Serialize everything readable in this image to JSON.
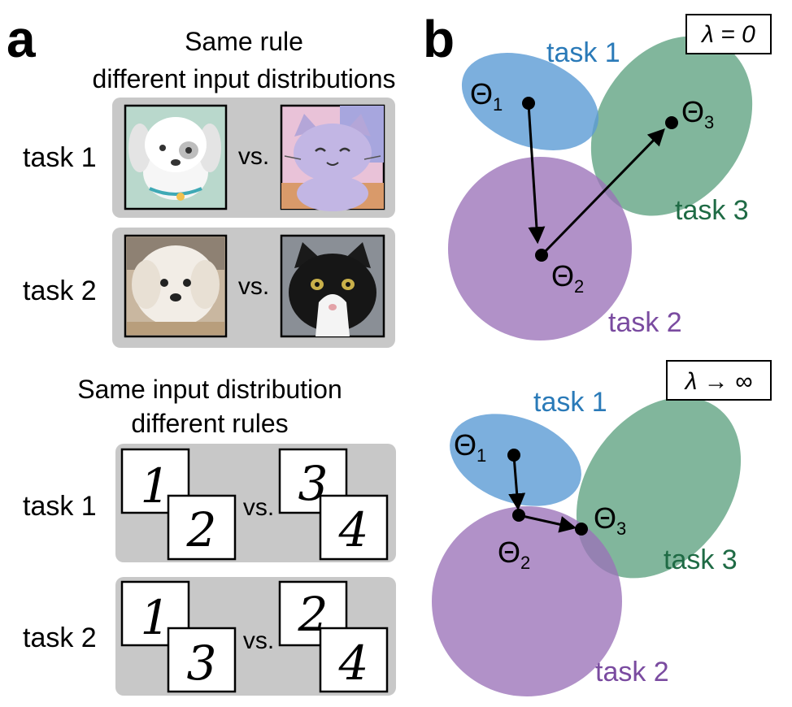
{
  "panel_a": {
    "letter": "a",
    "section1": {
      "heading_line1": "Same rule",
      "heading_line2": "different input distributions",
      "rows": [
        {
          "label": "task 1",
          "vs": "vs."
        },
        {
          "label": "task 2",
          "vs": "vs."
        }
      ]
    },
    "section2": {
      "heading_line1": "Same input distribution",
      "heading_line2": "different rules",
      "rows": [
        {
          "label": "task 1",
          "vs": "vs.",
          "digits": [
            "1",
            "2",
            "3",
            "4"
          ]
        },
        {
          "label": "task 2",
          "vs": "vs.",
          "digits": [
            "1",
            "3",
            "2",
            "4"
          ]
        }
      ]
    }
  },
  "panel_b": {
    "letter": "b",
    "top": {
      "badge": "λ = 0",
      "task_labels": [
        "task 1",
        "task 2",
        "task 3"
      ],
      "points": [
        {
          "symbol": "Θ",
          "sub": "1"
        },
        {
          "symbol": "Θ",
          "sub": "2"
        },
        {
          "symbol": "Θ",
          "sub": "3"
        }
      ]
    },
    "bottom": {
      "badge": "λ → ∞",
      "task_labels": [
        "task 1",
        "task 2",
        "task 3"
      ],
      "points": [
        {
          "symbol": "Θ",
          "sub": "1"
        },
        {
          "symbol": "Θ",
          "sub": "2"
        },
        {
          "symbol": "Θ",
          "sub": "3"
        }
      ]
    }
  },
  "colors": {
    "task1": "#5b9bd5",
    "task2": "#9b72b8",
    "task3": "#3d8f67",
    "task1_text": "#2a7ab8",
    "task2_text": "#7a4ba0",
    "task3_text": "#1f6b45",
    "box_gray": "#c8c8c8"
  }
}
